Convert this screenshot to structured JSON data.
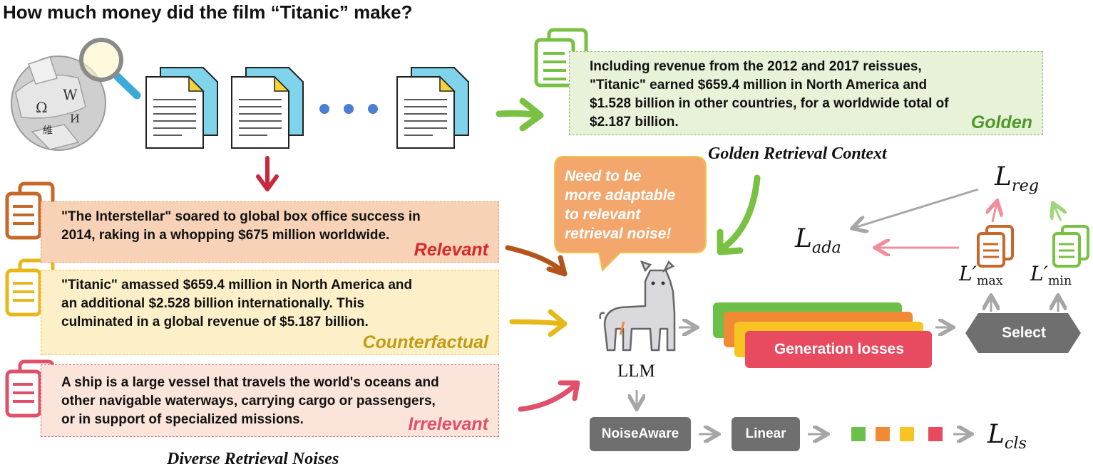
{
  "question": "How much money did the film “Titanic” make?",
  "golden": {
    "lines": [
      "Including revenue from the 2012 and 2017 reissues,",
      "\"Titanic\" earned $659.4 million in North America and",
      "$1.528 billion in other countries, for a worldwide total of",
      "$2.187 billion."
    ],
    "tag": "Golden",
    "caption": "Golden Retrieval Context"
  },
  "noises": {
    "relevant": {
      "lines": [
        "\"The Interstellar\" soared to global box office success in",
        "2014, raking in a whopping $675 million worldwide."
      ],
      "tag": "Relevant"
    },
    "counterfactual": {
      "lines": [
        "\"Titanic\" amassed $659.4 million in North America and",
        "an additional $2.528 billion internationally. This",
        "culminated in a global revenue of $5.187 billion."
      ],
      "tag": "Counterfactual"
    },
    "irrelevant": {
      "lines": [
        "A ship is a large vessel that travels the world's oceans and",
        "other navigable waterways, carrying cargo or passengers,",
        "or in support of specialized missions."
      ],
      "tag": "Irrelevant"
    },
    "caption": "Diverse Retrieval Noises"
  },
  "bubble": {
    "lines": [
      "Need to be",
      "more adaptable",
      "to relevant",
      "retrieval noise!"
    ]
  },
  "model": {
    "llm_label": "LLM",
    "generation_losses_label": "Generation losses",
    "select_label": "Select",
    "noiseaware_label": "NoiseAware",
    "linear_label": "Linear"
  },
  "losses": {
    "reg": {
      "symbol": "L",
      "sub": "reg"
    },
    "ada": {
      "symbol": "L",
      "sub": "ada"
    },
    "max": {
      "symbol": "L′",
      "sub": "max"
    },
    "min": {
      "symbol": "L′",
      "sub": "min"
    },
    "cls": {
      "symbol": "L",
      "sub": "cls"
    }
  },
  "colors": {
    "green": "#7ac143",
    "orange": "#c8672a",
    "yellow": "#e8b81a",
    "red": "#e0506a",
    "gray": "#6f6f6f",
    "doc_blue": "#7fd3ea",
    "doc_yellow": "#f5d33a",
    "bubble": "#f3a76d",
    "gen_green": "#6cc04a",
    "gen_orange": "#f08a34",
    "gen_yellow": "#f8c421",
    "gen_red": "#e84a5f"
  }
}
